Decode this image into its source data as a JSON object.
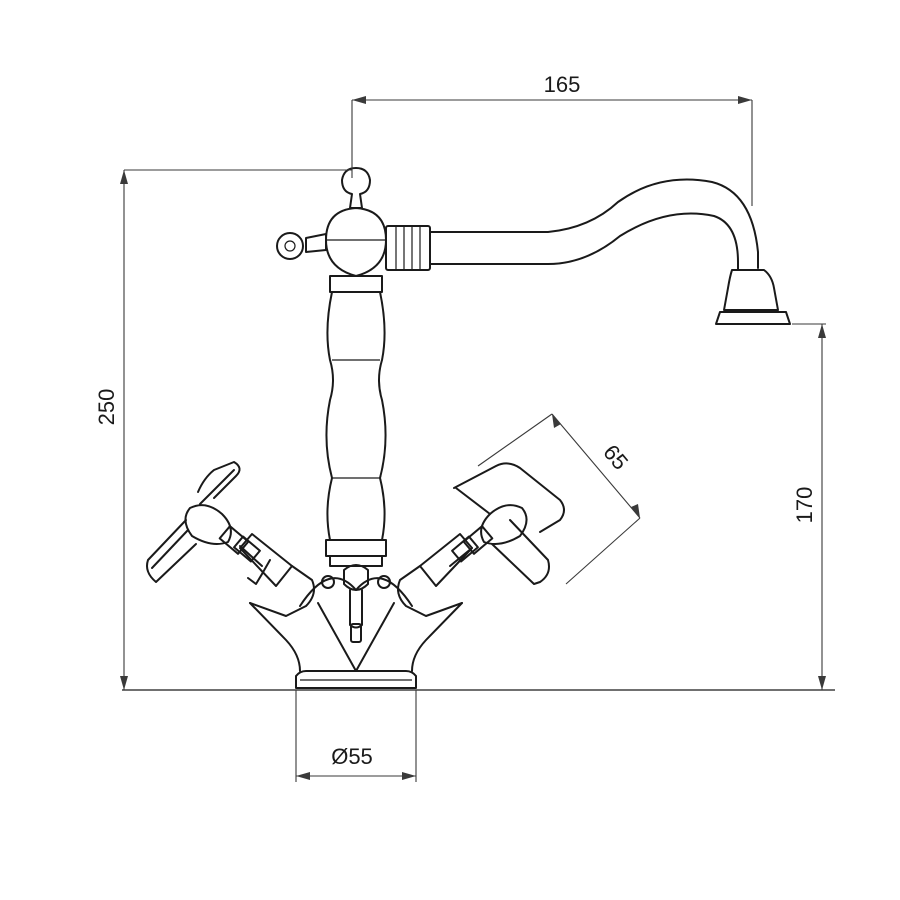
{
  "drawing": {
    "subject": "basin mixer tap",
    "line_color": "#1a1a1a"
  },
  "dimensions": {
    "spout_reach": "165",
    "total_height": "250",
    "handle_length": "65",
    "spout_height": "170",
    "base_diameter": "Ø55"
  }
}
